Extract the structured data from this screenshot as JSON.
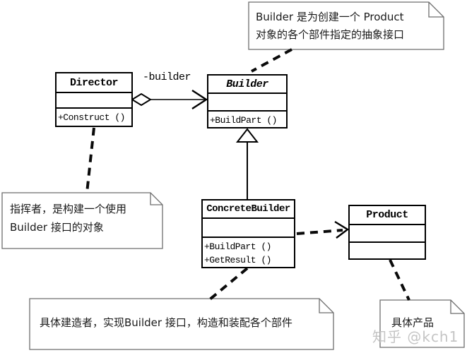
{
  "classes": {
    "director": {
      "name": "Director",
      "methods": [
        "+Construct ()"
      ]
    },
    "builder": {
      "name": "Builder",
      "methods": [
        "+BuildPart ()"
      ]
    },
    "concrete_builder": {
      "name": "ConcreteBuilder",
      "methods": [
        "+BuildPart ()",
        "+GetResult ()"
      ]
    },
    "product": {
      "name": "Product",
      "methods": []
    }
  },
  "edges": {
    "aggregation_label": "-builder"
  },
  "notes": {
    "builder_note": {
      "lines": [
        "Builder 是为创建一个 Product",
        "对象的各个部件指定的抽象接口"
      ]
    },
    "director_note": {
      "lines": [
        "指挥者，是构建一个使用",
        "Builder 接口的对象"
      ]
    },
    "concrete_builder_note": {
      "lines": [
        "具体建造者，实现Builder 接口，构造和装配各个部件"
      ]
    },
    "product_note": {
      "lines": [
        "具体产品"
      ]
    }
  },
  "watermark": "知乎 @kch1",
  "colors": {
    "line": "#000000",
    "note_border": "#6e6e6e",
    "watermark": "#c5c5c5",
    "background": "#ffffff"
  }
}
